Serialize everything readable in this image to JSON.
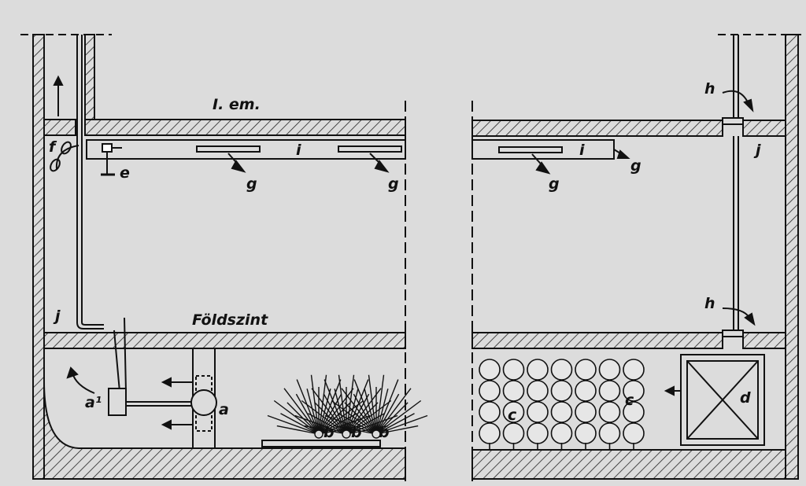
{
  "labels": {
    "floor1": "I. em.",
    "ground": "Földszint",
    "a": "a",
    "a1": "a¹",
    "b": "b",
    "c": "c",
    "d": "d",
    "e": "e",
    "f": "f",
    "g": "g",
    "h": "h",
    "i": "i",
    "j": "j"
  }
}
